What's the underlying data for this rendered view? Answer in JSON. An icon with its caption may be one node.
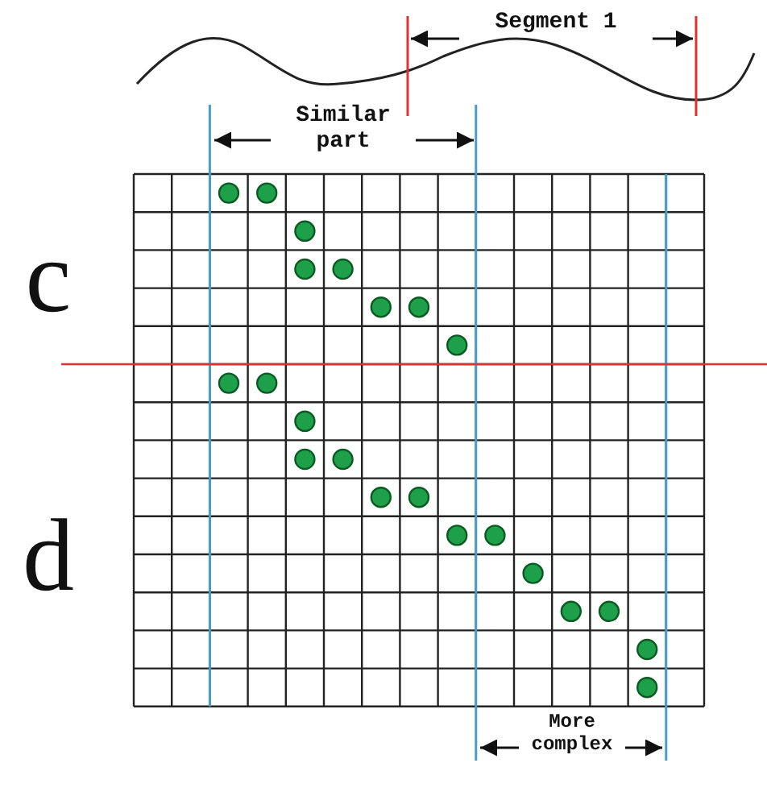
{
  "diagram": {
    "labels": [
      "Segment 1",
      "Similar part",
      "c",
      "d",
      "More complex"
    ]
  }
}
